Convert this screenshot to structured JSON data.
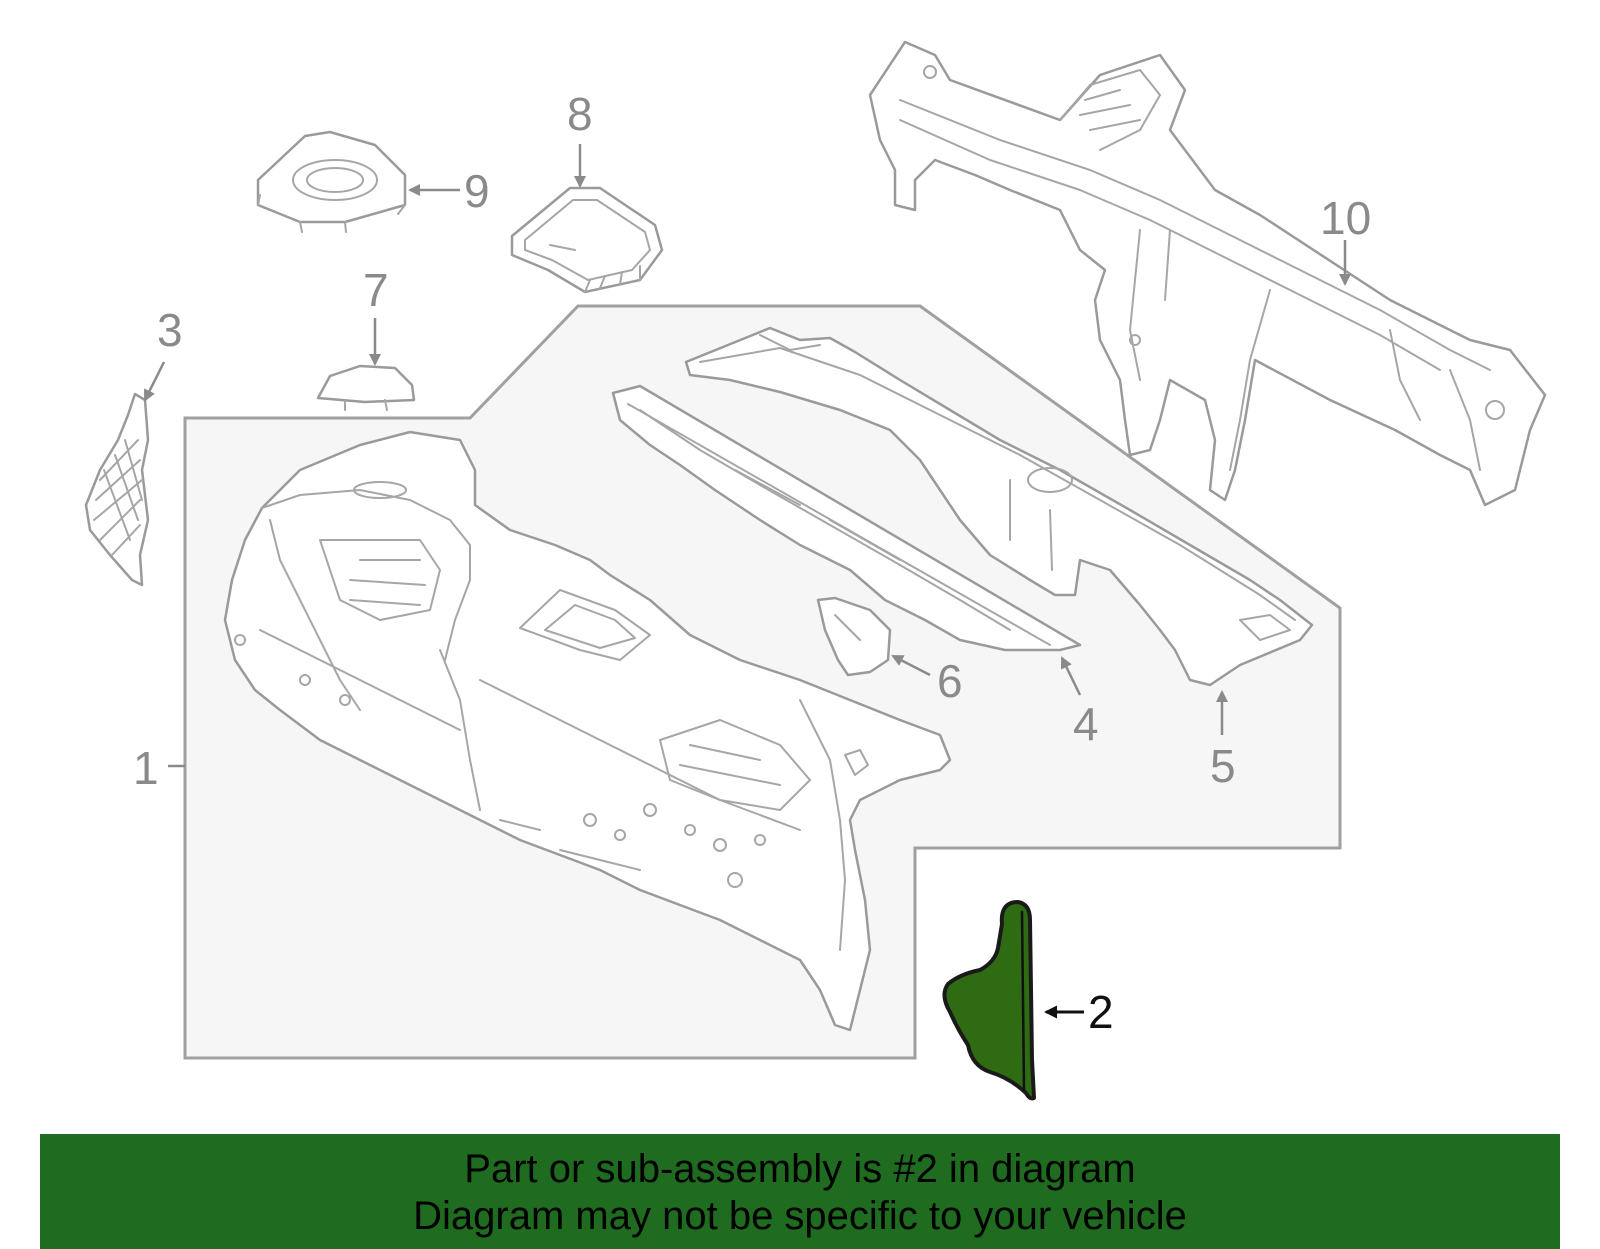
{
  "colors": {
    "highlight_fill": "#2e6b12",
    "banner_background": "#1f6b1f",
    "callout_text": "#8a8a8a",
    "callout_text_highlighted": "#111111",
    "group_box_fill": "#f6f6f6"
  },
  "callouts": {
    "c1": "1",
    "c2": "2",
    "c3": "3",
    "c4": "4",
    "c5": "5",
    "c6": "6",
    "c7": "7",
    "c8": "8",
    "c9": "9",
    "c10": "10"
  },
  "highlighted_part": "2",
  "banner": {
    "line1": "Part or sub-assembly is #2 in diagram",
    "line2": "Diagram may not be specific to your vehicle"
  }
}
